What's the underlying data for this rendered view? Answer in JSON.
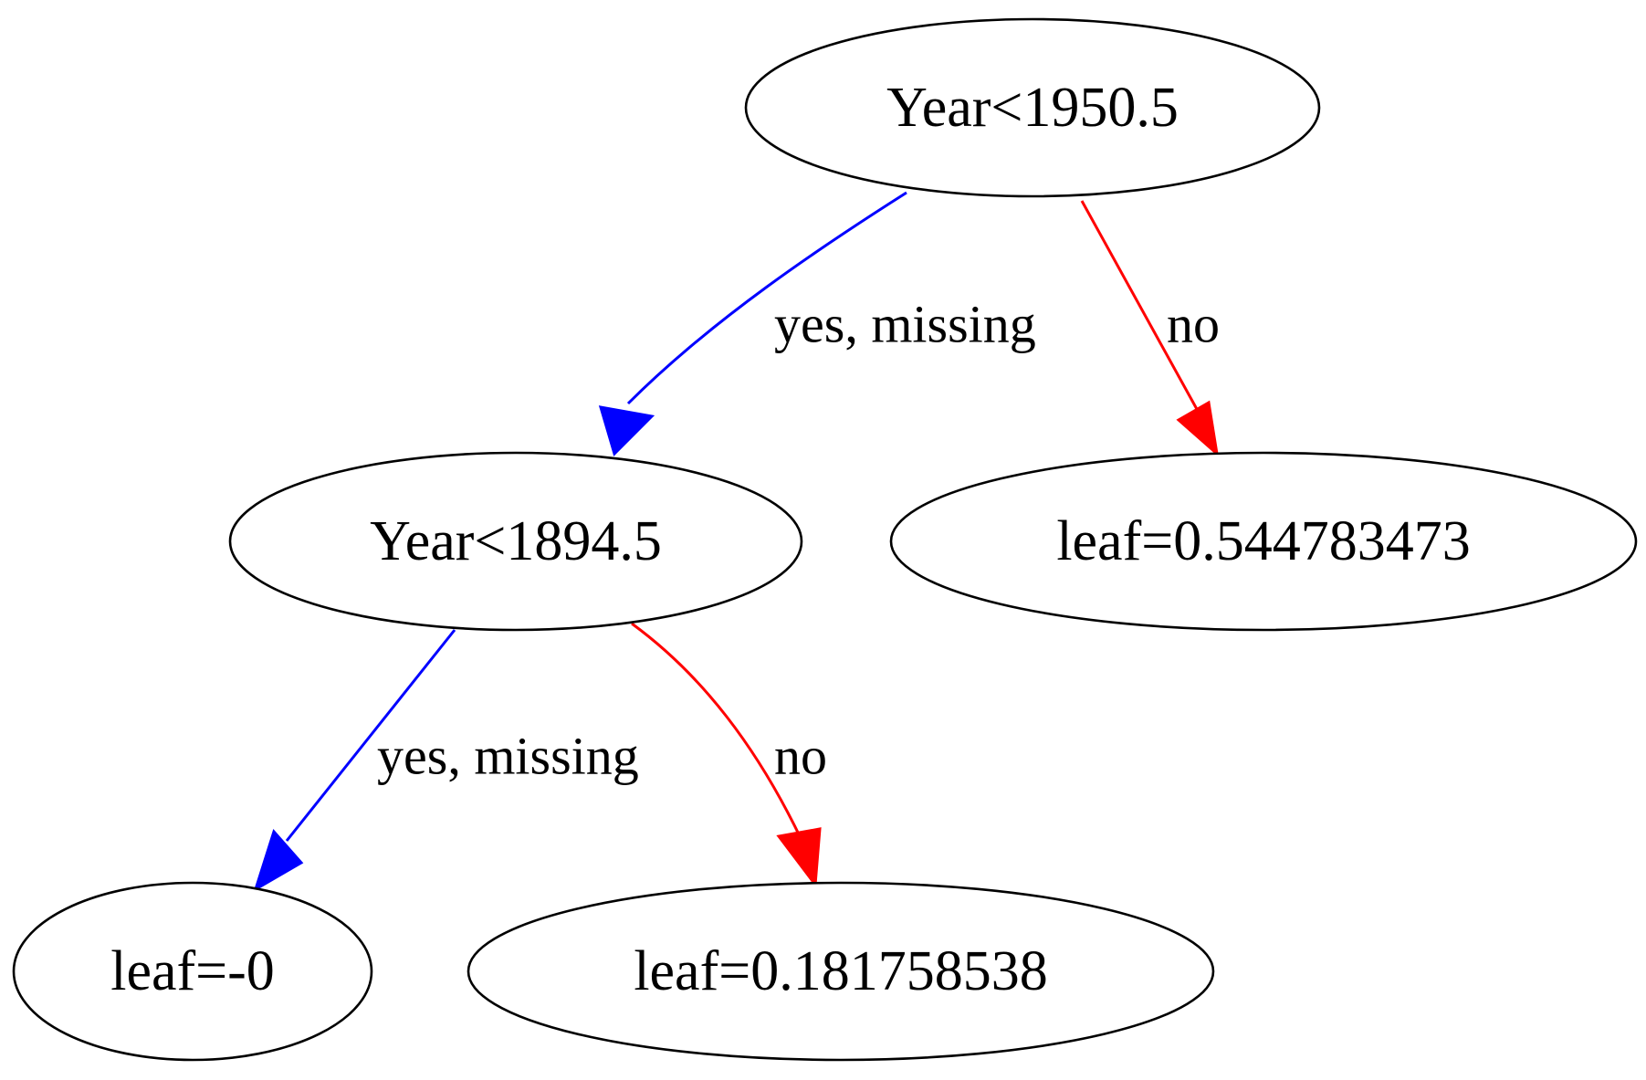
{
  "nodes": {
    "root": {
      "label": "Year<1950.5"
    },
    "split_1894": {
      "label": "Year<1894.5"
    },
    "leaf_054": {
      "label": "leaf=0.544783473"
    },
    "leaf_neg0": {
      "label": "leaf=-0"
    },
    "leaf_018": {
      "label": "leaf=0.181758538"
    }
  },
  "edges": {
    "root_to_split_1894": {
      "label": "yes, missing",
      "color": "#0000ff"
    },
    "root_to_leaf_054": {
      "label": "no",
      "color": "#ff0000"
    },
    "split_1894_to_leaf_neg0": {
      "label": "yes, missing",
      "color": "#0000ff"
    },
    "split_1894_to_leaf_018": {
      "label": "no",
      "color": "#ff0000"
    }
  }
}
